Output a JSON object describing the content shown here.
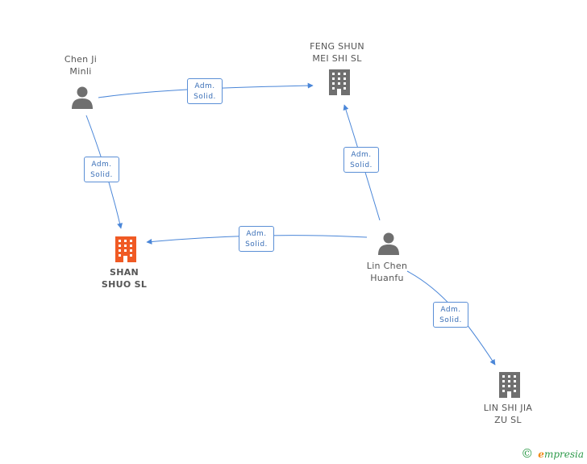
{
  "nodes": {
    "chen_ji_minli": {
      "label": "Chen Ji\nMinli",
      "type": "person"
    },
    "feng_shun": {
      "label": "FENG SHUN\nMEI SHI SL",
      "type": "company"
    },
    "shan_shuo": {
      "label": "SHAN\nSHUO  SL",
      "type": "company",
      "highlight": true
    },
    "lin_chen_huanfu": {
      "label": "Lin Chen\nHuanfu",
      "type": "person"
    },
    "lin_shi_jia": {
      "label": "LIN SHI JIA\nZU SL",
      "type": "company"
    }
  },
  "edges": [
    {
      "from": "chen_ji_minli",
      "to": "feng_shun",
      "label": "Adm.\nSolid."
    },
    {
      "from": "chen_ji_minli",
      "to": "shan_shuo",
      "label": "Adm.\nSolid."
    },
    {
      "from": "lin_chen_huanfu",
      "to": "feng_shun",
      "label": "Adm.\nSolid."
    },
    {
      "from": "lin_chen_huanfu",
      "to": "shan_shuo",
      "label": "Adm.\nSolid."
    },
    {
      "from": "lin_chen_huanfu",
      "to": "lin_shi_jia",
      "label": "Adm.\nSolid."
    }
  ],
  "colors": {
    "edge": "#4a86d8",
    "company": "#6f6f6f",
    "company_highlight": "#f05a24",
    "person": "#6f6f6f"
  },
  "brand": {
    "copyright": "©",
    "name_initial": "e",
    "name_rest": "mpresia"
  }
}
